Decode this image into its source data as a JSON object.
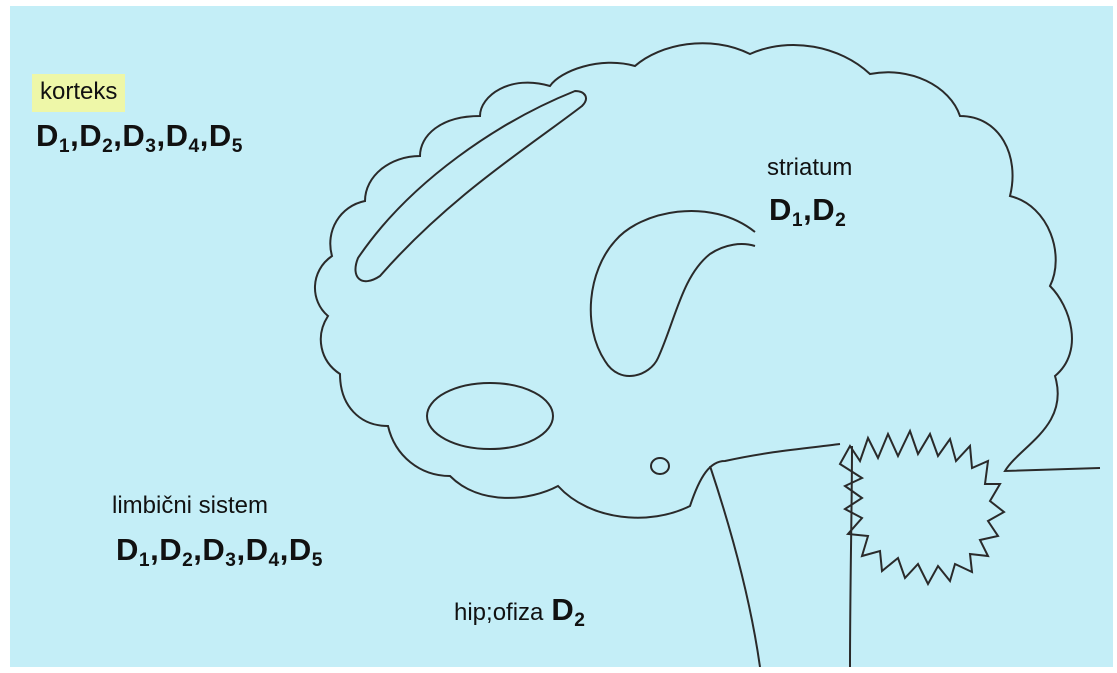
{
  "colors": {
    "background": "#c4eef7",
    "label_highlight": "#eef7a8",
    "outline": "#2a2a2a"
  },
  "labels": {
    "korteks": {
      "name": "korteks",
      "receptors": [
        "D1",
        "D2",
        "D3",
        "D4",
        "D5"
      ]
    },
    "striatum": {
      "name": "striatum",
      "receptors": [
        "D1",
        "D2"
      ]
    },
    "limbicni": {
      "name": "limbični sistem",
      "receptors": [
        "D1",
        "D2",
        "D3",
        "D4",
        "D5"
      ]
    },
    "hipofiza": {
      "name": "hip;ofiza",
      "receptors": [
        "D2"
      ]
    }
  }
}
